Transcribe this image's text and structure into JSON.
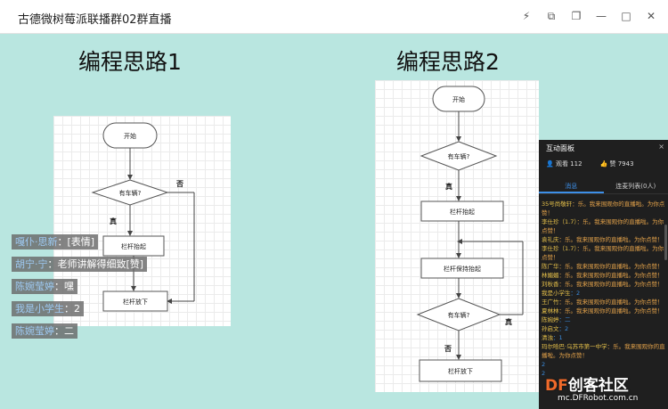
{
  "window": {
    "title": "古德微树莓派联播群02群直播",
    "controls": [
      {
        "name": "pin-icon",
        "glyph": "⚡"
      },
      {
        "name": "pip-icon",
        "glyph": "⧉"
      },
      {
        "name": "copy-icon",
        "glyph": "❐"
      },
      {
        "name": "minimize-icon",
        "glyph": "—"
      },
      {
        "name": "maximize-icon",
        "glyph": "□"
      },
      {
        "name": "close-icon",
        "glyph": "✕"
      }
    ]
  },
  "slide": {
    "title1": "编程思路1",
    "title2": "编程思路2",
    "flow1": {
      "start": "开始",
      "decision": "有车辆?",
      "no": "否",
      "yes": "真",
      "raise": "栏杆抬起",
      "lower": "栏杆放下"
    },
    "flow2": {
      "start": "开始",
      "decision1": "有车辆?",
      "yes1": "真",
      "raise": "栏杆抬起",
      "keep": "栏杆保持抬起",
      "decision2": "有车辆?",
      "yes2": "真",
      "no": "否",
      "lower": "栏杆放下"
    }
  },
  "overlays": [
    {
      "name": "嘎仆·思新",
      "text": "：[表情]"
    },
    {
      "name": "胡宁·宁",
      "text": "：老师讲解得细致[赞]"
    },
    {
      "name": "陈婉莹婷",
      "text": "：嘿"
    },
    {
      "name": "我是小学生",
      "text": "：2"
    },
    {
      "name": "陈婉莹婷",
      "text": "：二"
    }
  ],
  "panel": {
    "title": "互动面板",
    "close": "×",
    "viewers": "观看 112",
    "likes": "赞 7943",
    "tabs": [
      "消息",
      "连麦列表(0人)"
    ],
    "messages": [
      {
        "name": "35号尚敬轩",
        "text": "：乐。我来围观你的直播啦。为你点赞！",
        "type": "user"
      },
      {
        "name": "李仕珍（1.7）",
        "text": "：乐。我来围观你的直播啦。为你点赞！",
        "type": "user"
      },
      {
        "name": "袁礼庆",
        "text": "：乐。我来围观你的直播啦。为你点赞！",
        "type": "user"
      },
      {
        "name": "李仕珍（1.7）",
        "text": "：乐。我来围观你的直播啦。为你点赞！",
        "type": "user"
      },
      {
        "name": "陈广华",
        "text": "：乐。我来围观你的直播啦。为你点赞！",
        "type": "user"
      },
      {
        "name": "林媚媚",
        "text": "：乐。我来围观你的直播啦。为你点赞！",
        "type": "user"
      },
      {
        "name": "刘秋香",
        "text": "：乐。我来围观你的直播啦。为你点赞！",
        "type": "user"
      },
      {
        "name": "我是小学生",
        "text": "：2",
        "type": "system"
      },
      {
        "name": "王广竹",
        "text": "：乐。我来围观你的直播啦。为你点赞！",
        "type": "user"
      },
      {
        "name": "夏林林",
        "text": "：乐。我来围观你的直播啦。为你点赞！",
        "type": "user"
      },
      {
        "name": "陈婉婷",
        "text": "：二",
        "type": "system"
      },
      {
        "name": "孙启文",
        "text": "：2",
        "type": "system"
      },
      {
        "name": "清浊",
        "text": "：1",
        "type": "system"
      },
      {
        "name": "玛尔哈巴·乌苏市第一中学",
        "text": "：乐。我来围观你的直播啦。为你点赞！",
        "type": "user"
      },
      {
        "name": "",
        "text": "2",
        "type": "system"
      },
      {
        "name": "",
        "text": "2",
        "type": "system"
      }
    ]
  },
  "watermark": {
    "logo_main": "创客社区",
    "logo_prefix": "DF",
    "url": "mc.DFRobot.com.cn"
  }
}
